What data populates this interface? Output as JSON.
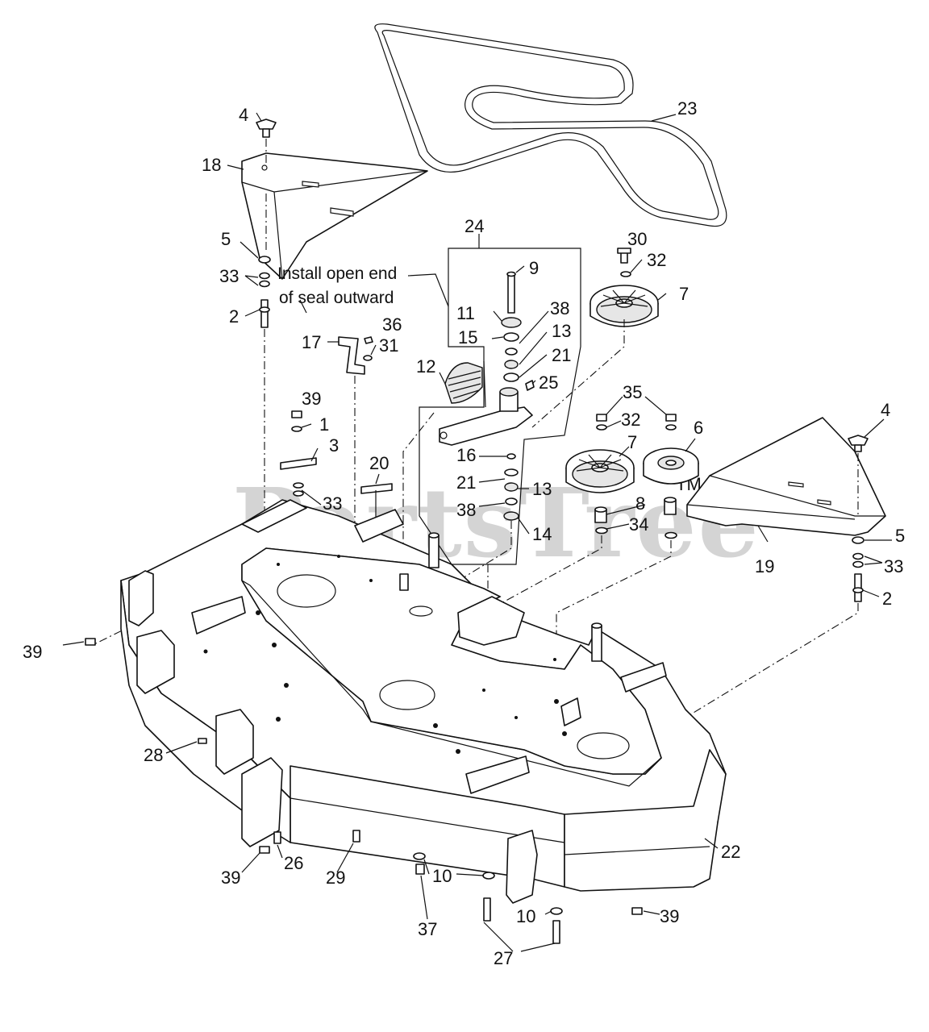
{
  "watermark": {
    "text": "PartsTree",
    "trademark": "TM"
  },
  "note": {
    "line1": "Install open end",
    "line2": "of seal outward"
  },
  "callouts": [
    {
      "id": "c-4a",
      "label": "4"
    },
    {
      "id": "c-18",
      "label": "18"
    },
    {
      "id": "c-5a",
      "label": "5"
    },
    {
      "id": "c-33a",
      "label": "33"
    },
    {
      "id": "c-2a",
      "label": "2"
    },
    {
      "id": "c-24",
      "label": "24"
    },
    {
      "id": "c-9",
      "label": "9"
    },
    {
      "id": "c-30",
      "label": "30"
    },
    {
      "id": "c-32a",
      "label": "32"
    },
    {
      "id": "c-7a",
      "label": "7"
    },
    {
      "id": "c-23",
      "label": "23"
    },
    {
      "id": "c-11",
      "label": "11"
    },
    {
      "id": "c-38a",
      "label": "38"
    },
    {
      "id": "c-15",
      "label": "15"
    },
    {
      "id": "c-13a",
      "label": "13"
    },
    {
      "id": "c-21a",
      "label": "21"
    },
    {
      "id": "c-25",
      "label": "25"
    },
    {
      "id": "c-12",
      "label": "12"
    },
    {
      "id": "c-17",
      "label": "17"
    },
    {
      "id": "c-36",
      "label": "36"
    },
    {
      "id": "c-31",
      "label": "31"
    },
    {
      "id": "c-39a",
      "label": "39"
    },
    {
      "id": "c-1",
      "label": "1"
    },
    {
      "id": "c-3",
      "label": "3"
    },
    {
      "id": "c-20",
      "label": "20"
    },
    {
      "id": "c-33b",
      "label": "33"
    },
    {
      "id": "c-16",
      "label": "16"
    },
    {
      "id": "c-21b",
      "label": "21"
    },
    {
      "id": "c-13b",
      "label": "13"
    },
    {
      "id": "c-38b",
      "label": "38"
    },
    {
      "id": "c-14",
      "label": "14"
    },
    {
      "id": "c-35",
      "label": "35"
    },
    {
      "id": "c-32b",
      "label": "32"
    },
    {
      "id": "c-7b",
      "label": "7"
    },
    {
      "id": "c-6",
      "label": "6"
    },
    {
      "id": "c-8",
      "label": "8"
    },
    {
      "id": "c-34",
      "label": "34"
    },
    {
      "id": "c-4b",
      "label": "4"
    },
    {
      "id": "c-5b",
      "label": "5"
    },
    {
      "id": "c-33c",
      "label": "33"
    },
    {
      "id": "c-19",
      "label": "19"
    },
    {
      "id": "c-2b",
      "label": "2"
    },
    {
      "id": "c-39b",
      "label": "39"
    },
    {
      "id": "c-28",
      "label": "28"
    },
    {
      "id": "c-22",
      "label": "22"
    },
    {
      "id": "c-39c",
      "label": "39"
    },
    {
      "id": "c-26",
      "label": "26"
    },
    {
      "id": "c-29",
      "label": "29"
    },
    {
      "id": "c-10a",
      "label": "10"
    },
    {
      "id": "c-37",
      "label": "37"
    },
    {
      "id": "c-10b",
      "label": "10"
    },
    {
      "id": "c-27",
      "label": "27"
    },
    {
      "id": "c-39d",
      "label": "39"
    }
  ]
}
